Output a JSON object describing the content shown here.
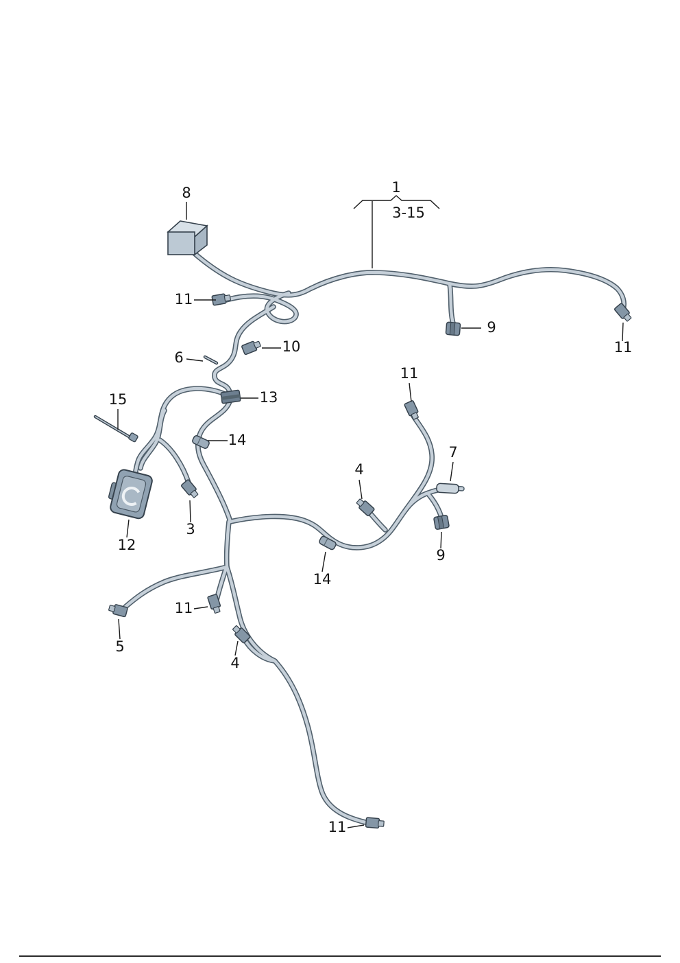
{
  "diagram": {
    "type": "parts-diagram",
    "subject": "wiring harness with connectors and fasteners",
    "colors": {
      "background": "#ffffff",
      "wire_outline": "#51606c",
      "wire_core": "#c6d0d9",
      "connector_body": "#8496a6",
      "label_text": "#141414"
    },
    "group_callout": {
      "number": "1",
      "range": "3-15"
    },
    "labels": [
      {
        "text": "1"
      },
      {
        "text": "3-15"
      },
      {
        "text": "8"
      },
      {
        "text": "11"
      },
      {
        "text": "10"
      },
      {
        "text": "9"
      },
      {
        "text": "11"
      },
      {
        "text": "6"
      },
      {
        "text": "13"
      },
      {
        "text": "11"
      },
      {
        "text": "15"
      },
      {
        "text": "14"
      },
      {
        "text": "7"
      },
      {
        "text": "4"
      },
      {
        "text": "3"
      },
      {
        "text": "12"
      },
      {
        "text": "9"
      },
      {
        "text": "14"
      },
      {
        "text": "11"
      },
      {
        "text": "5"
      },
      {
        "text": "4"
      },
      {
        "text": "11"
      }
    ]
  }
}
